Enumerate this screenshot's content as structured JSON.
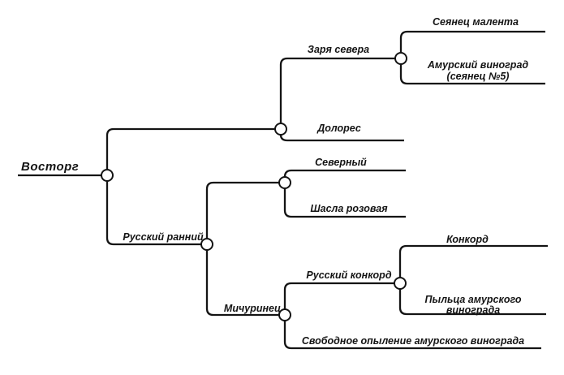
{
  "diagram": {
    "type": "pedigree-tree",
    "subject": "grape variety breeding lineage",
    "language": "ru",
    "colors": {
      "background": "#ffffff",
      "line": "#141414",
      "text": "#141414",
      "node_fill": "#ffffff"
    },
    "labels": {
      "root": "Восторг",
      "zarya_severa": "Заря севера",
      "seyanets_malenta": "Сеянец малента",
      "amursky_line1": "Амурский виноград",
      "amursky_line2": "(сеянец №5)",
      "dolores": "Долорес",
      "russkiy_ranniy": "Русский ранний",
      "severny": "Северный",
      "shasla_rozovaya": "Шасла розовая",
      "michurinets": "Мичуринец",
      "russkiy_konkord": "Русский конкорд",
      "konkord": "Конкорд",
      "pyltsa_line1": "Пыльца амурского",
      "pyltsa_line2": "винограда",
      "svobodnoe_opylenie": "Свободное опыление амурского винограда"
    },
    "pedigree": {
      "name": "Восторг",
      "parents": [
        {
          "name": "",
          "parents": [
            {
              "name": "Заря севера",
              "parents": [
                {
                  "name": "Сеянец малента"
                },
                {
                  "name": "Амурский виноград (сеянец №5)"
                }
              ]
            },
            {
              "name": "Долорес"
            }
          ]
        },
        {
          "name": "Русский ранний",
          "parents": [
            {
              "name": "",
              "parents": [
                {
                  "name": "Северный"
                },
                {
                  "name": "Шасла розовая"
                }
              ]
            },
            {
              "name": "Мичуринец",
              "parents": [
                {
                  "name": "Русский конкорд",
                  "parents": [
                    {
                      "name": "Конкорд"
                    },
                    {
                      "name": "Пыльца амурского винограда"
                    }
                  ]
                },
                {
                  "name": "Свободное опыление амурского винограда"
                }
              ]
            }
          ]
        }
      ]
    }
  }
}
